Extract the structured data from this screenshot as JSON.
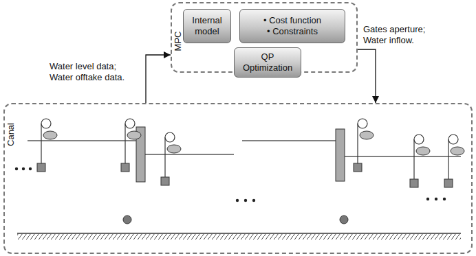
{
  "diagram": {
    "nodes": [
      {
        "text": [
          "MPC"
        ]
      },
      {
        "text": [
          "Internal model"
        ],
        "in": 0
      },
      {
        "text": [
          "• Cost function",
          "• Constraints"
        ],
        "in": 0
      },
      {
        "text": [
          "QP Optimization"
        ],
        "in": 0
      },
      {
        "text": [
          "Canal"
        ]
      }
    ],
    "edges": [
      {
        "from": 4,
        "to": 0,
        "arrow": "to",
        "label": "Water level data; Water offtake data."
      },
      {
        "from": 0,
        "to": 4,
        "arrow": "to",
        "label": "Gates aperture; Water inflow."
      }
    ]
  }
}
